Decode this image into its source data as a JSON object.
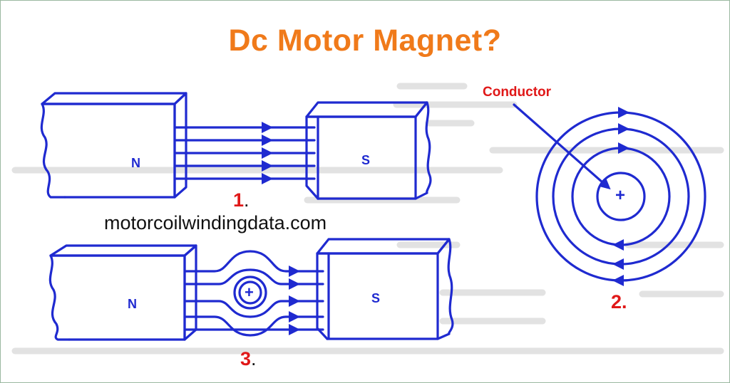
{
  "title": "Dc Motor Magnet?",
  "watermark": "motorcoilwindingdata.com",
  "diagrams": [
    {
      "id": "1",
      "number": "1",
      "north_label": "N",
      "south_label": "S"
    },
    {
      "id": "2",
      "number": "2.",
      "conductor_label": "Conductor",
      "current_symbol": "+"
    },
    {
      "id": "3",
      "number": "3",
      "north_label": "N",
      "south_label": "S",
      "current_symbol": "+"
    }
  ],
  "colors": {
    "title": "#f07a1a",
    "diagram_lines": "#1f2ad0",
    "labels_red": "#e01818"
  }
}
